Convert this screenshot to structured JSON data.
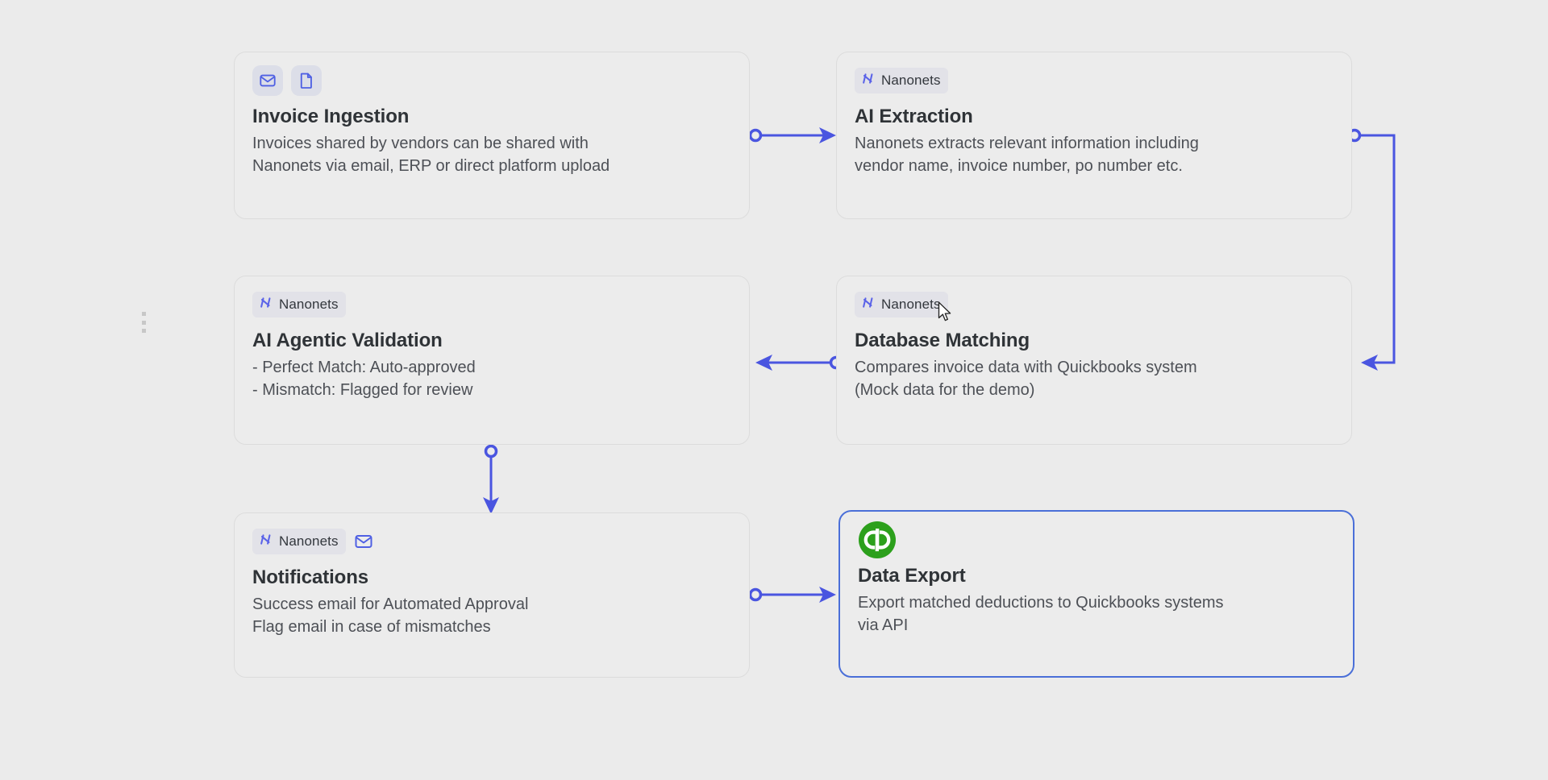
{
  "canvas": {
    "background_color": "#ebebeb",
    "accent_color": "#4a55e0",
    "card_background": "#ececec",
    "card_border": "#dcdcdc",
    "selected_border": "#4a6fd8",
    "quickbooks_green": "#2CA01C",
    "brand_badge_bg": "#e2e2e8",
    "icon_pill_bg": "#dcdee8",
    "icon_blue": "#4f60e3"
  },
  "nodes": [
    {
      "id": "invoice-ingestion",
      "title": "Invoice Ingestion",
      "brand": null,
      "icons": [
        "mail-icon",
        "document-icon"
      ],
      "lines": [
        "Invoices shared by vendors can be shared with",
        "Nanonets via email, ERP or direct platform upload"
      ]
    },
    {
      "id": "ai-extraction",
      "title": "AI Extraction",
      "brand": "Nanonets",
      "icons": [],
      "lines": [
        "Nanonets extracts relevant information including",
        "vendor name, invoice number, po number etc."
      ]
    },
    {
      "id": "ai-agentic-validation",
      "title": "AI Agentic Validation",
      "brand": "Nanonets",
      "icons": [],
      "lines": [
        "- Perfect Match: Auto-approved",
        "- Mismatch: Flagged for review"
      ]
    },
    {
      "id": "database-matching",
      "title": "Database Matching",
      "brand": "Nanonets",
      "icons": [],
      "lines": [
        "Compares invoice data with Quickbooks system",
        "(Mock data for the demo)"
      ]
    },
    {
      "id": "notifications",
      "title": "Notifications",
      "brand": "Nanonets",
      "icons": [
        "mail-icon"
      ],
      "lines": [
        "Success email for Automated Approval",
        "Flag email in case of mismatches"
      ]
    },
    {
      "id": "data-export",
      "title": "Data Export",
      "brand": null,
      "icons": [
        "quickbooks-logo"
      ],
      "selected": true,
      "lines": [
        "Export matched deductions to Quickbooks  systems",
        "via API"
      ]
    }
  ],
  "edges": [
    {
      "id": "edge-ingestion-to-extraction",
      "from": "invoice-ingestion",
      "to": "ai-extraction",
      "direction": "right"
    },
    {
      "id": "edge-extraction-to-matching",
      "from": "ai-extraction",
      "to": "database-matching",
      "direction": "right-loop-down-left"
    },
    {
      "id": "edge-matching-to-validation",
      "from": "database-matching",
      "to": "ai-agentic-validation",
      "direction": "left"
    },
    {
      "id": "edge-validation-to-notifications",
      "from": "ai-agentic-validation",
      "to": "notifications",
      "direction": "down"
    },
    {
      "id": "edge-notifications-to-export",
      "from": "notifications",
      "to": "data-export",
      "direction": "right"
    }
  ]
}
